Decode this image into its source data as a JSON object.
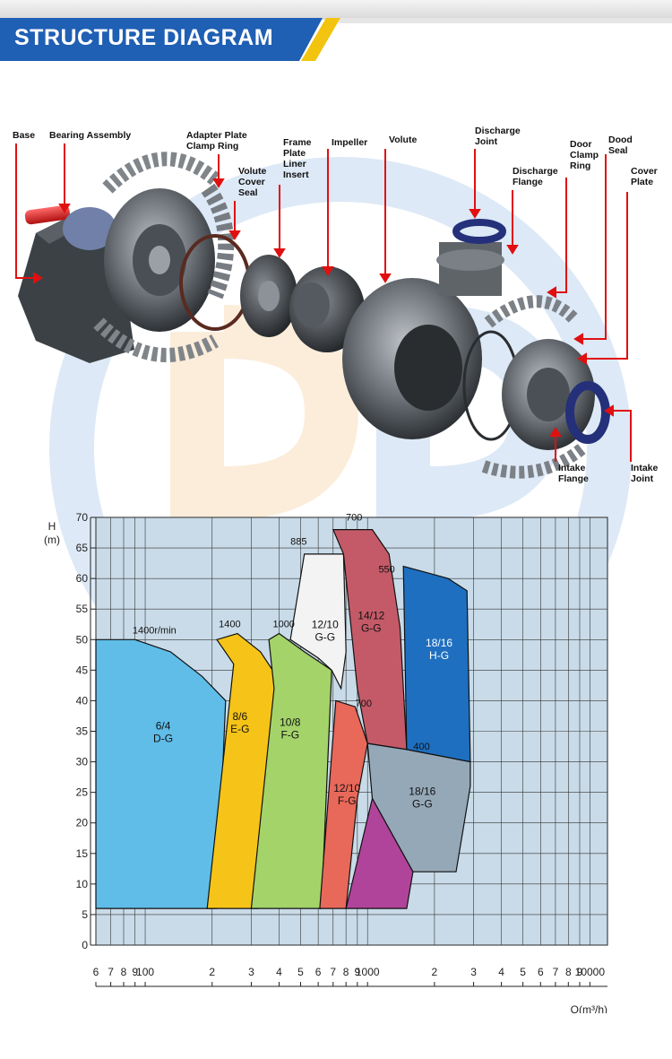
{
  "header": {
    "title": "STRUCTURE DIAGRAM"
  },
  "parts": {
    "base": "Base",
    "bearing_assembly": "Bearing Assembly",
    "adapter_plate": "Adapter Plate\nClamp Ring",
    "volute_cover_seal": "Volute\nCover\nSeal",
    "frame_plate_liner_insert": "Frame\nPlate\nLiner\nInsert",
    "impeller": "Impeller",
    "volute": "Volute",
    "discharge_joint": "Discharge\nJoint",
    "discharge_flange": "Discharge\nFlange",
    "door_clamp_ring": "Door\nClamp\nRing",
    "dood_seal": "Dood\nSeal",
    "cover_plate": "Cover\nPlate",
    "intake_flange": "Intake\nFlange",
    "intake_joint": "Intake\nJoint"
  },
  "colors": {
    "banner_blue": "#1f5fb4",
    "banner_yellow": "#f2c40f",
    "label_arrow_red": "#e01010",
    "chart_bg": "#c9dbe8",
    "region_6_4": "#5fbde8",
    "region_8_6": "#f6c418",
    "region_10_8": "#a4d36a",
    "region_12_10_GG": "#f3f3f3",
    "region_12_10_FG": "#e8685a",
    "region_14_12": "#c45a68",
    "region_18_16_HG": "#1f6fc0",
    "region_18_16_GG": "#95a8b8",
    "region_magenta": "#b0449a"
  },
  "chart_data": {
    "type": "area",
    "title": "",
    "xlabel": "Q(m³/h)",
    "ylabel": "H\n(m)",
    "x_scale": "log",
    "xlim": [
      60,
      12000
    ],
    "ylim": [
      0,
      70
    ],
    "y_ticks": [
      "0",
      "5",
      "10",
      "15",
      "20",
      "25",
      "30",
      "35",
      "40",
      "45",
      "50",
      "55",
      "60",
      "65",
      "70"
    ],
    "x_tick_labels": [
      {
        "v": 60,
        "t": "6"
      },
      {
        "v": 70,
        "t": "7"
      },
      {
        "v": 80,
        "t": "8"
      },
      {
        "v": 90,
        "t": "9"
      },
      {
        "v": 100,
        "t": "100"
      },
      {
        "v": 200,
        "t": "2"
      },
      {
        "v": 300,
        "t": "3"
      },
      {
        "v": 400,
        "t": "4"
      },
      {
        "v": 500,
        "t": "5"
      },
      {
        "v": 600,
        "t": "6"
      },
      {
        "v": 700,
        "t": "7"
      },
      {
        "v": 800,
        "t": "8"
      },
      {
        "v": 900,
        "t": "9"
      },
      {
        "v": 1000,
        "t": "1000"
      },
      {
        "v": 2000,
        "t": "2"
      },
      {
        "v": 3000,
        "t": "3"
      },
      {
        "v": 4000,
        "t": "4"
      },
      {
        "v": 5000,
        "t": "5"
      },
      {
        "v": 6000,
        "t": "6"
      },
      {
        "v": 7000,
        "t": "7"
      },
      {
        "v": 8000,
        "t": "8"
      },
      {
        "v": 9000,
        "t": "9"
      },
      {
        "v": 10000,
        "t": "10000"
      }
    ],
    "regions": [
      {
        "name": "6/4\nD-G",
        "color": "#5fbde8",
        "points": [
          [
            60,
            6
          ],
          [
            60,
            50
          ],
          [
            90,
            50
          ],
          [
            130,
            48
          ],
          [
            180,
            44
          ],
          [
            230,
            40
          ],
          [
            210,
            6
          ]
        ]
      },
      {
        "name": "8/6\nE-G",
        "color": "#f6c418",
        "points": [
          [
            190,
            6
          ],
          [
            240,
            40
          ],
          [
            250,
            46
          ],
          [
            210,
            50
          ],
          [
            260,
            51
          ],
          [
            330,
            48
          ],
          [
            390,
            44
          ],
          [
            320,
            6
          ]
        ]
      },
      {
        "name": "10/8\nF-G",
        "color": "#a4d36a",
        "points": [
          [
            300,
            6
          ],
          [
            380,
            42
          ],
          [
            360,
            50
          ],
          [
            400,
            51
          ],
          [
            520,
            48
          ],
          [
            690,
            45
          ],
          [
            620,
            6
          ]
        ]
      },
      {
        "name": "12/10\nG-G",
        "color": "#f3f3f3",
        "points": [
          [
            450,
            50
          ],
          [
            520,
            64
          ],
          [
            780,
            64
          ],
          [
            800,
            48
          ],
          [
            760,
            42
          ],
          [
            690,
            45
          ],
          [
            600,
            47
          ]
        ]
      },
      {
        "name": "12/10\nF-G",
        "color": "#e8685a",
        "points": [
          [
            610,
            6
          ],
          [
            720,
            40
          ],
          [
            880,
            39
          ],
          [
            1000,
            33
          ],
          [
            900,
            24
          ],
          [
            800,
            6
          ]
        ]
      },
      {
        "name": "14/12\nG-G",
        "color": "#c45a68",
        "points": [
          [
            780,
            64
          ],
          [
            700,
            68
          ],
          [
            1050,
            68
          ],
          [
            1250,
            64
          ],
          [
            1400,
            52
          ],
          [
            1500,
            32
          ],
          [
            1000,
            33
          ],
          [
            900,
            42
          ]
        ]
      },
      {
        "name": "18/16\nH-G",
        "color": "#1f6fc0",
        "points": [
          [
            1500,
            32
          ],
          [
            1450,
            62
          ],
          [
            2300,
            60
          ],
          [
            2800,
            58
          ],
          [
            2900,
            30
          ]
        ]
      },
      {
        "name": "18/16\nG-G",
        "color": "#95a8b8",
        "points": [
          [
            1000,
            33
          ],
          [
            1500,
            32
          ],
          [
            2900,
            30
          ],
          [
            2900,
            26
          ],
          [
            2500,
            12
          ],
          [
            1600,
            12
          ],
          [
            1050,
            24
          ]
        ]
      },
      {
        "name": "",
        "color": "#b0449a",
        "points": [
          [
            800,
            6
          ],
          [
            1050,
            24
          ],
          [
            1600,
            12
          ],
          [
            1500,
            6
          ]
        ]
      }
    ],
    "speed_labels": [
      {
        "text": "1400r/min",
        "q": 110,
        "h": 51
      },
      {
        "text": "1400",
        "q": 240,
        "h": 52
      },
      {
        "text": "1000",
        "q": 420,
        "h": 52
      },
      {
        "text": "885",
        "q": 490,
        "h": 65.5
      },
      {
        "text": "700",
        "q": 870,
        "h": 69.5
      },
      {
        "text": "550",
        "q": 1220,
        "h": 61
      },
      {
        "text": "700",
        "q": 960,
        "h": 39
      },
      {
        "text": "400",
        "q": 1750,
        "h": 32
      }
    ]
  }
}
